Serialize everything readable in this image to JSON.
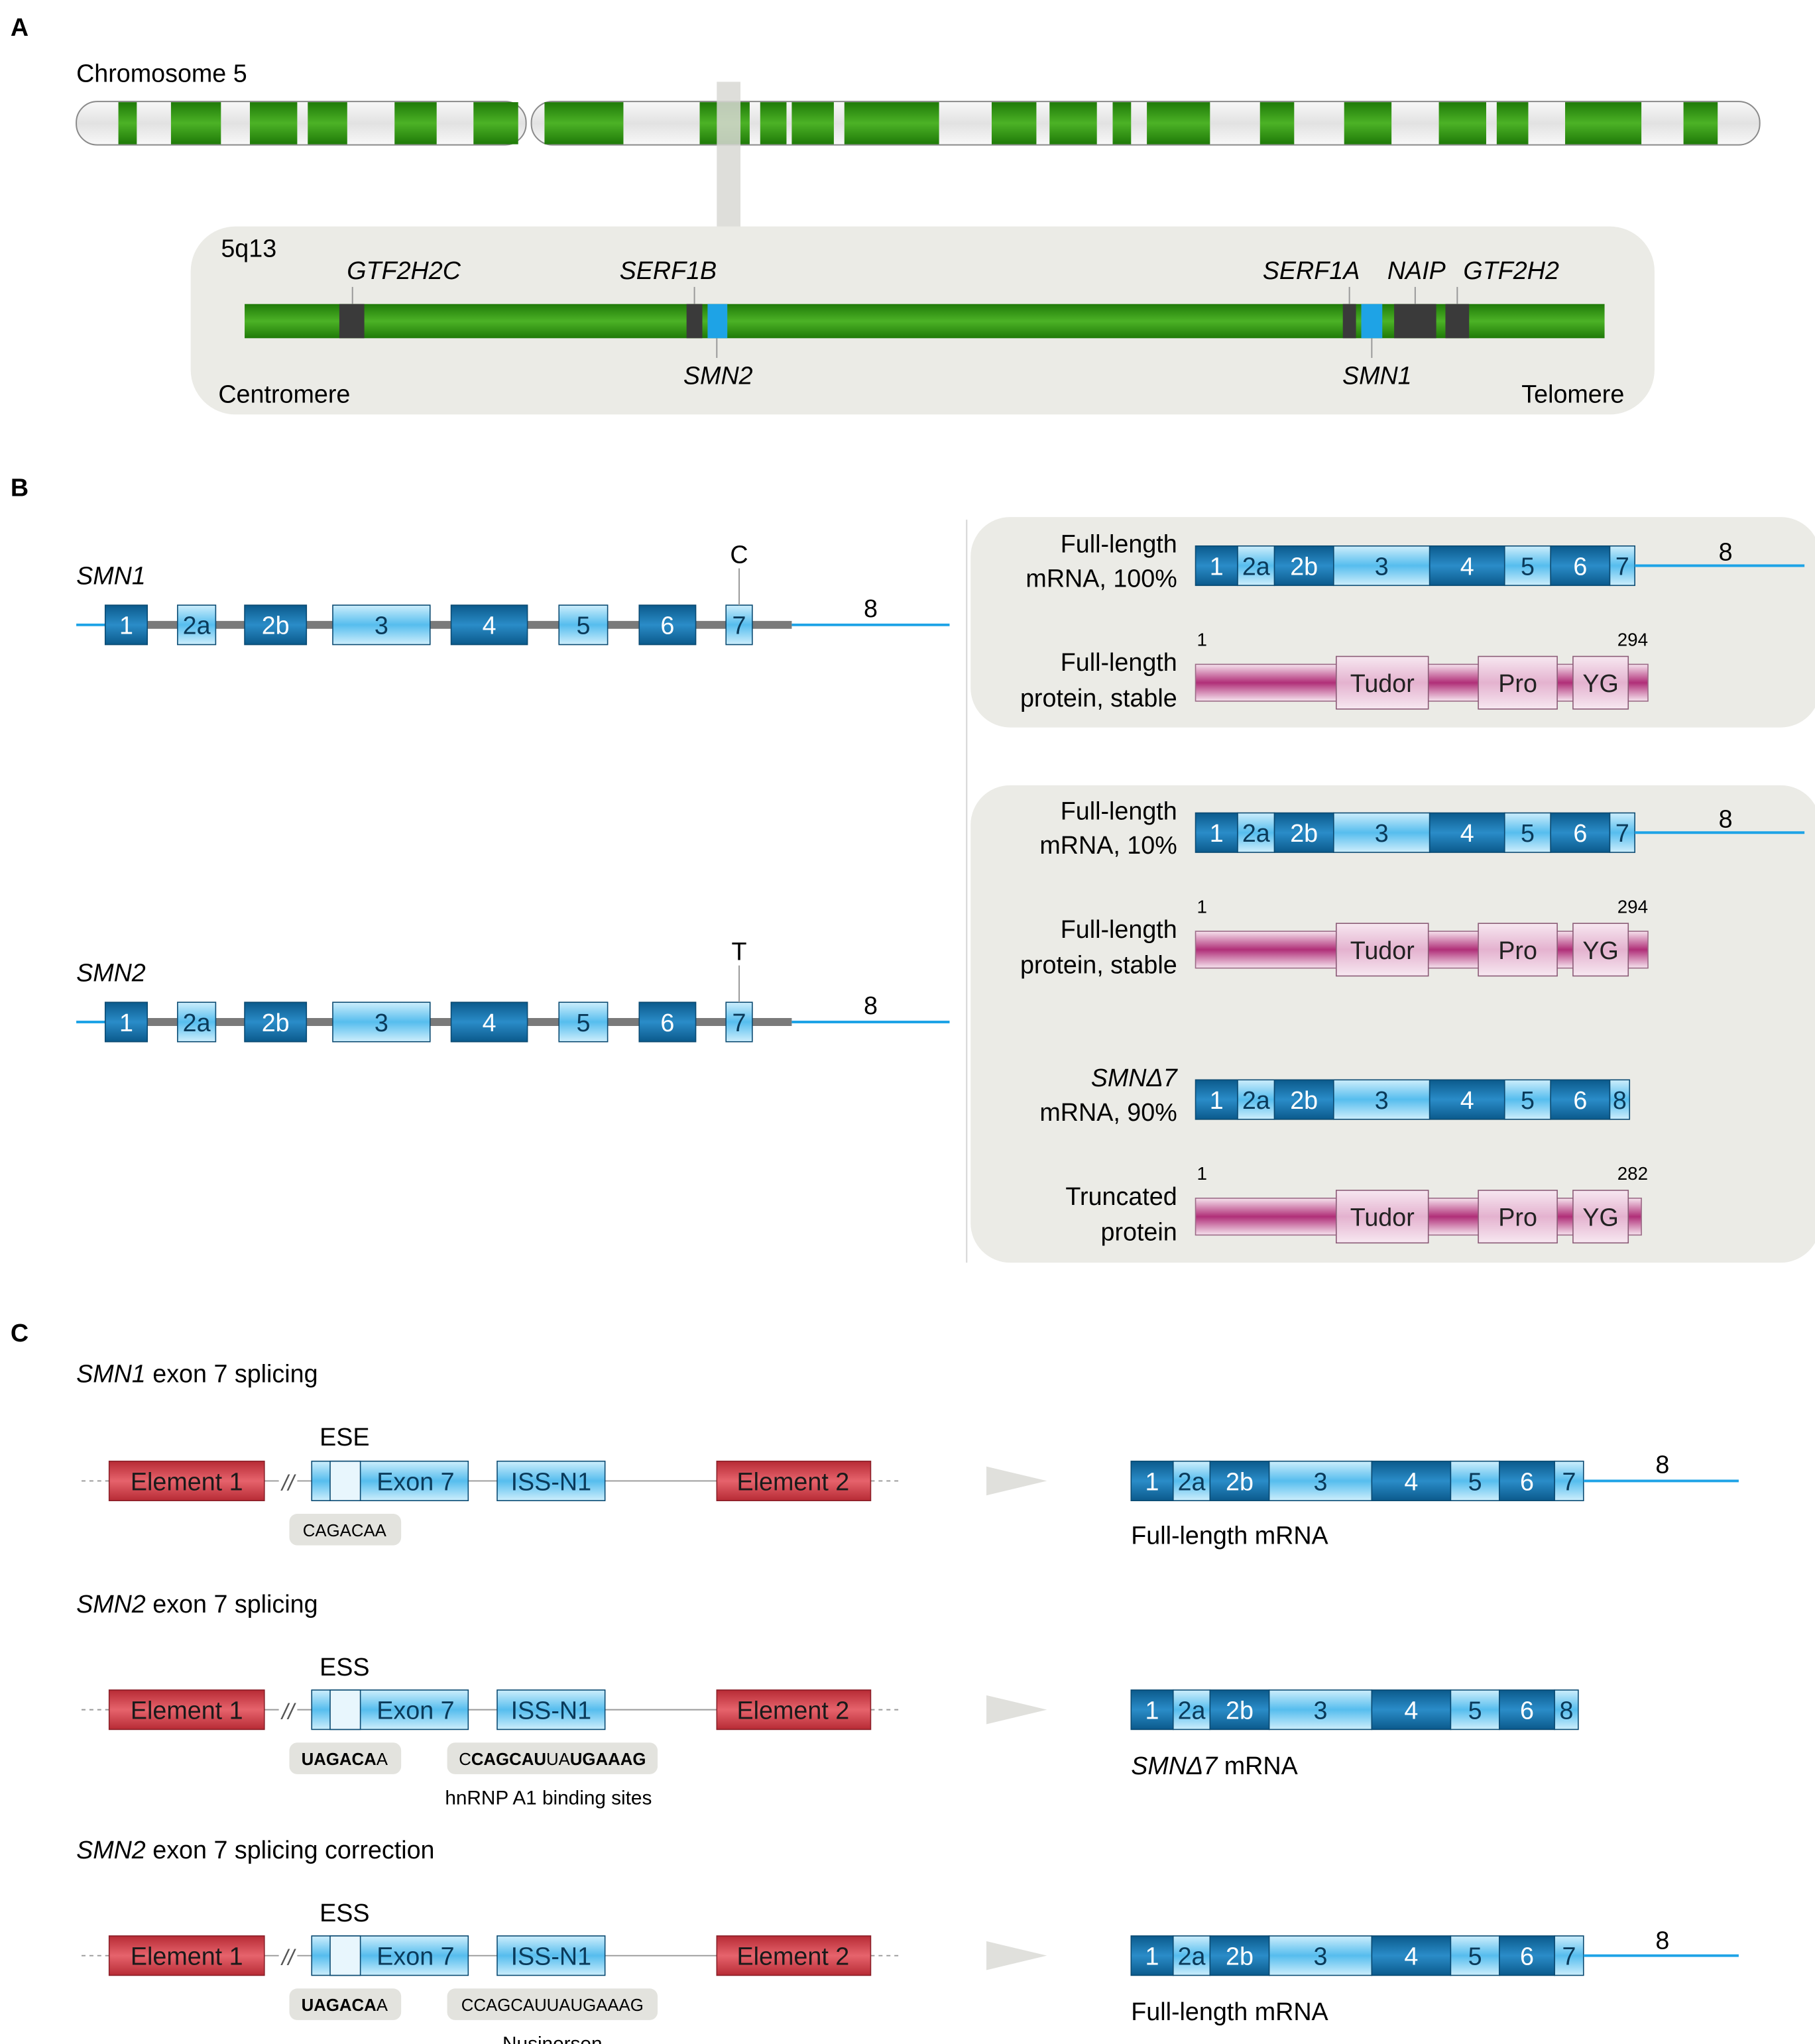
{
  "colors": {
    "chrom_green": "#2f9a10",
    "dark_band": "#3a3a3a",
    "smn_blue": "#1ea3e6",
    "exon_dark": "#0f6fa8",
    "exon_light": "#a8dcf5",
    "protein_magenta": "#c03a86",
    "element_red": "#d84550",
    "panel_grey": "#ebebe6",
    "intron_grey": "#7a7a7a"
  },
  "panelA": {
    "label": "A",
    "chromosome_label": "Chromosome 5",
    "region_label": "5q13",
    "genes_above": [
      "GTF2H2C",
      "SERF1B",
      "SERF1A",
      "NAIP",
      "GTF2H2"
    ],
    "genes_below": [
      "SMN2",
      "SMN1"
    ],
    "left_end": "Centromere",
    "right_end": "Telomere"
  },
  "panelB": {
    "label": "B",
    "smn1": {
      "gene": "SMN1",
      "exons": [
        "1",
        "2a",
        "2b",
        "3",
        "4",
        "5",
        "6",
        "7"
      ],
      "tail": "8",
      "nucleotide": "C",
      "mrna_label_1": "Full-length",
      "mrna_label_2": "mRNA, 100%",
      "mrna_exons": [
        "1",
        "2a",
        "2b",
        "3",
        "4",
        "5",
        "6",
        "7"
      ],
      "mrna_tail": "8",
      "protein_label_1": "Full-length",
      "protein_label_2": "protein, stable",
      "protein_start": "1",
      "protein_end": "294",
      "domains": [
        "Tudor",
        "Pro",
        "YG"
      ]
    },
    "smn2": {
      "gene": "SMN2",
      "exons": [
        "1",
        "2a",
        "2b",
        "3",
        "4",
        "5",
        "6",
        "7"
      ],
      "tail": "8",
      "nucleotide": "T",
      "mrna_label_1": "Full-length",
      "mrna_label_2": "mRNA, 10%",
      "mrna_exons": [
        "1",
        "2a",
        "2b",
        "3",
        "4",
        "5",
        "6",
        "7"
      ],
      "mrna_tail": "8",
      "protein_label_1": "Full-length",
      "protein_label_2": "protein, stable",
      "protein_start": "1",
      "protein_end": "294",
      "domains": [
        "Tudor",
        "Pro",
        "YG"
      ],
      "delta_label_1": "SMNΔ7",
      "delta_label_2": "mRNA, 90%",
      "delta_exons": [
        "1",
        "2a",
        "2b",
        "3",
        "4",
        "5",
        "6",
        "8"
      ],
      "trunc_label_1": "Truncated",
      "trunc_label_2": "protein",
      "trunc_start": "1",
      "trunc_end": "282"
    }
  },
  "panelC": {
    "label": "C",
    "element1": "Element 1",
    "element2": "Element 2",
    "exon": "Exon 7",
    "iss": "ISS-N1",
    "row1": {
      "title_gene": "SMN1",
      "title_rest": " exon 7 splicing",
      "site": "ESE",
      "seq_left": "CAGACAA",
      "result_exons": [
        "1",
        "2a",
        "2b",
        "3",
        "4",
        "5",
        "6",
        "7"
      ],
      "result_tail": "8",
      "result_label": "Full-length mRNA"
    },
    "row2": {
      "title_gene": "SMN2",
      "title_rest": " exon 7 splicing",
      "site": "ESS",
      "seq_left_bold": "UAGACA",
      "seq_left_rest": "A",
      "seq_right_parts": [
        [
          "C",
          false
        ],
        [
          "CAGCAU",
          true
        ],
        [
          "UA",
          false
        ],
        [
          "UGAAAG",
          true
        ]
      ],
      "note": "hnRNP A1 binding sites",
      "result_exons": [
        "1",
        "2a",
        "2b",
        "3",
        "4",
        "5",
        "6",
        "8"
      ],
      "result_label_gene": "SMNΔ7",
      "result_label_rest": " mRNA"
    },
    "row3": {
      "title_gene": "SMN2",
      "title_rest": " exon 7 splicing correction",
      "site": "ESS",
      "seq_left_bold": "UAGACA",
      "seq_left_rest": "A",
      "seq_right": "CCAGCAUUAUGAAAG",
      "note": "Nusinersen",
      "result_exons": [
        "1",
        "2a",
        "2b",
        "3",
        "4",
        "5",
        "6",
        "7"
      ],
      "result_tail": "8",
      "result_label": "Full-length mRNA"
    }
  }
}
